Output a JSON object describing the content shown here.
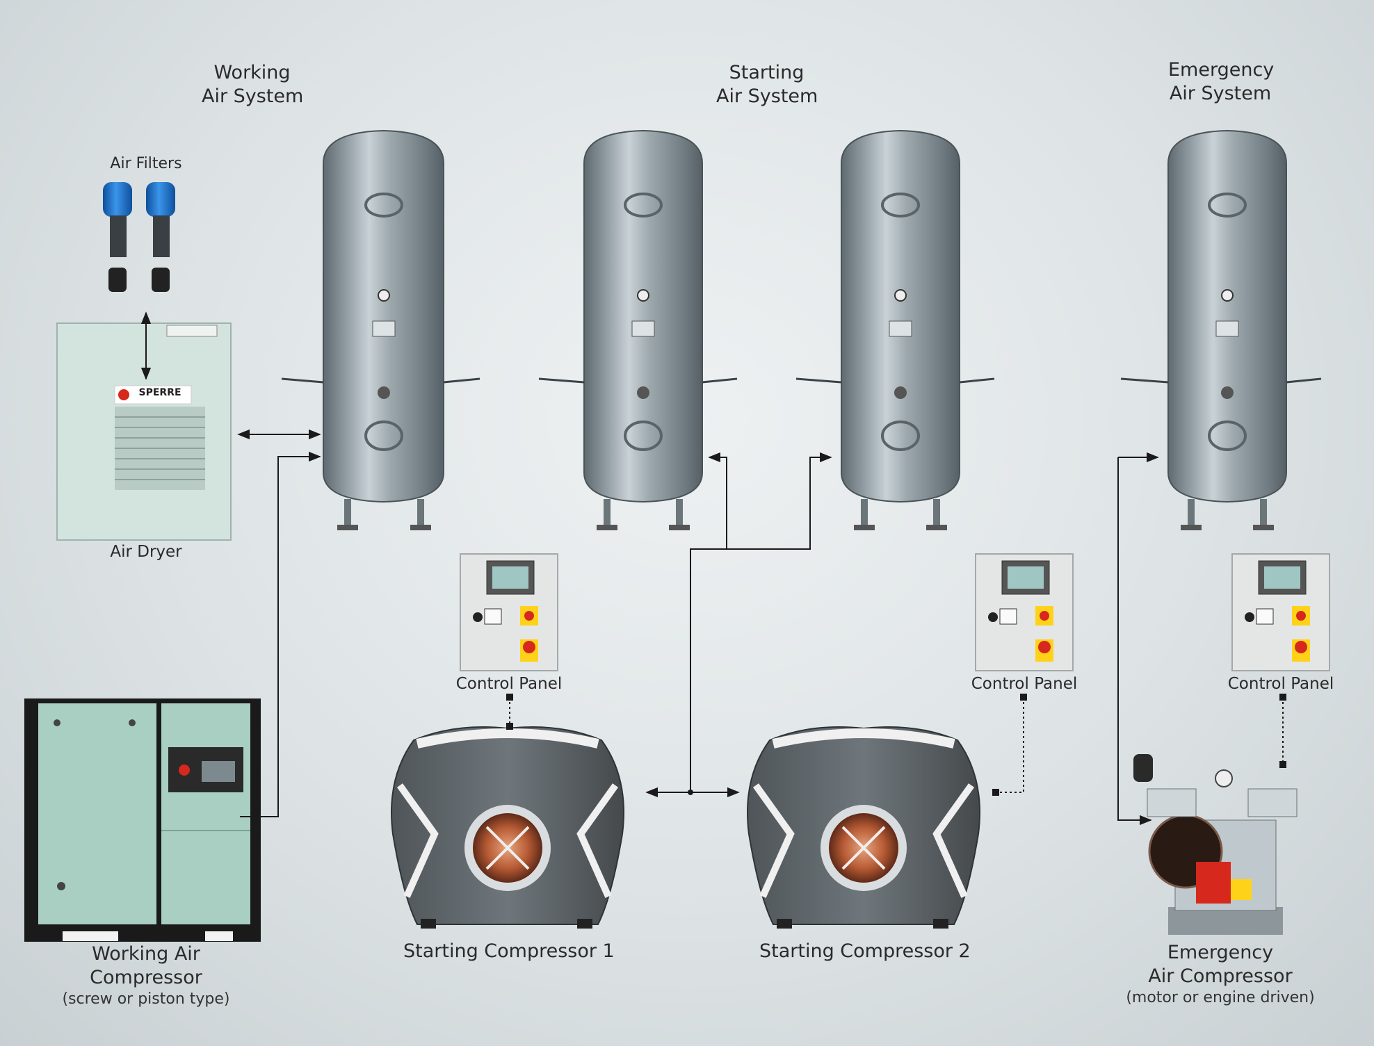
{
  "systems": {
    "working": {
      "line1": "Working",
      "line2": "Air System"
    },
    "starting": {
      "line1": "Starting",
      "line2": "Air System"
    },
    "emergency": {
      "line1": "Emergency",
      "line2": "Air System"
    }
  },
  "components": {
    "air_filters": "Air Filters",
    "air_dryer": "Air Dryer",
    "brand": "SPERRE",
    "control_panel": "Control Panel",
    "working_compressor": {
      "line1": "Working Air",
      "line2": "Compressor",
      "note": "(screw or piston type)"
    },
    "starting_compressor_1": "Starting Compressor 1",
    "starting_compressor_2": "Starting Compressor 2",
    "emergency_compressor": {
      "line1": "Emergency",
      "line2": "Air Compressor",
      "note": "(motor or engine driven)"
    }
  },
  "colors": {
    "tank": "#8f9aa0",
    "line": "#1a1a1a",
    "dryer": "#d3e3de",
    "compressor_green": "#a9cfc2",
    "filter_blue": "#1f78d1"
  }
}
